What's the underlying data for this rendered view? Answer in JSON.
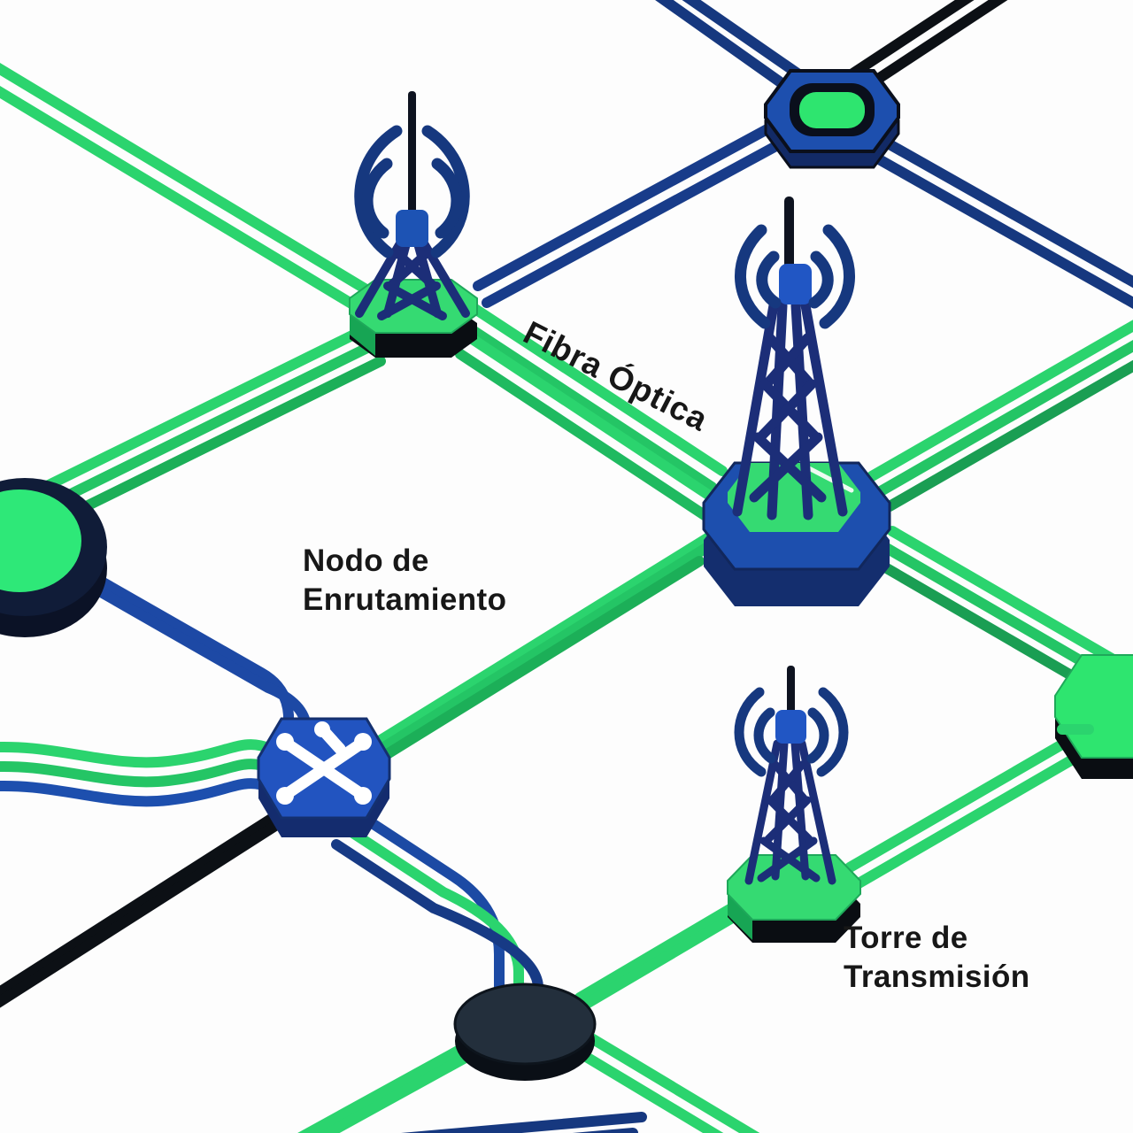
{
  "labels": {
    "fiber_optic": "Fibra Óptica",
    "routing_node_line1": "Nodo de",
    "routing_node_line2": "Enrutamiento",
    "transmission_tower_line1": "Torre de",
    "transmission_tower_line2": "Transmisión"
  },
  "colors": {
    "background": "#fdfdfd",
    "fiber_green": "#2bd46e",
    "fiber_green_dark": "#1caf58",
    "line_navy": "#16387f",
    "line_black": "#0c1015",
    "platform_blue": "#1d4fae",
    "platform_blue_side": "#142e6e",
    "platform_green": "#35da72",
    "node_green": "#2ee56f",
    "tower_navy": "#1c2e78",
    "cap_blue": "#2156c4",
    "disc_slate": "#232f3c",
    "text": "#171717"
  },
  "diagram": {
    "nodes": [
      {
        "id": "hub-top-right",
        "type": "junction-hub-octagon"
      },
      {
        "id": "tower-northwest",
        "type": "transmission-tower"
      },
      {
        "id": "tower-center",
        "type": "transmission-tower-large"
      },
      {
        "id": "tower-south",
        "type": "transmission-tower-small"
      },
      {
        "id": "disc-west",
        "type": "junction-disc-green"
      },
      {
        "id": "router-center-left",
        "type": "routing-node-octagon"
      },
      {
        "id": "disc-south",
        "type": "junction-disc-dark"
      },
      {
        "id": "pad-east",
        "type": "junction-pad-green"
      }
    ],
    "links": [
      {
        "from": "hub-top-right",
        "to": "tower-northwest",
        "style": "navy-double"
      },
      {
        "from": "hub-top-right",
        "to": "edge-top",
        "style": "navy-double"
      },
      {
        "from": "hub-top-right",
        "to": "edge-top-right",
        "style": "black-double"
      },
      {
        "from": "hub-top-right",
        "to": "edge-right",
        "style": "navy-double"
      },
      {
        "from": "tower-northwest",
        "to": "edge-left",
        "style": "green-double"
      },
      {
        "from": "tower-northwest",
        "to": "disc-west",
        "style": "green-triple"
      },
      {
        "from": "tower-northwest",
        "to": "tower-center",
        "style": "green-double-x2"
      },
      {
        "from": "tower-center",
        "to": "edge-right",
        "style": "green-triple"
      },
      {
        "from": "tower-center",
        "to": "pad-east",
        "style": "green-triple"
      },
      {
        "from": "tower-center",
        "to": "router-center-left",
        "style": "green-triple"
      },
      {
        "from": "disc-west",
        "to": "router-center-left",
        "style": "navy-double"
      },
      {
        "from": "router-center-left",
        "to": "edge-left",
        "style": "green-green-navy-wavy"
      },
      {
        "from": "router-center-left",
        "to": "edge-left-low",
        "style": "black-double"
      },
      {
        "from": "router-center-left",
        "to": "disc-south",
        "style": "navy-green-navy-curved"
      },
      {
        "from": "disc-south",
        "to": "tower-south",
        "style": "green-double"
      },
      {
        "from": "disc-south",
        "to": "edge-bottom-left",
        "style": "green-double"
      },
      {
        "from": "disc-south",
        "to": "edge-bottom-right",
        "style": "green-double"
      },
      {
        "from": "tower-south",
        "to": "pad-east",
        "style": "green-double"
      }
    ]
  }
}
